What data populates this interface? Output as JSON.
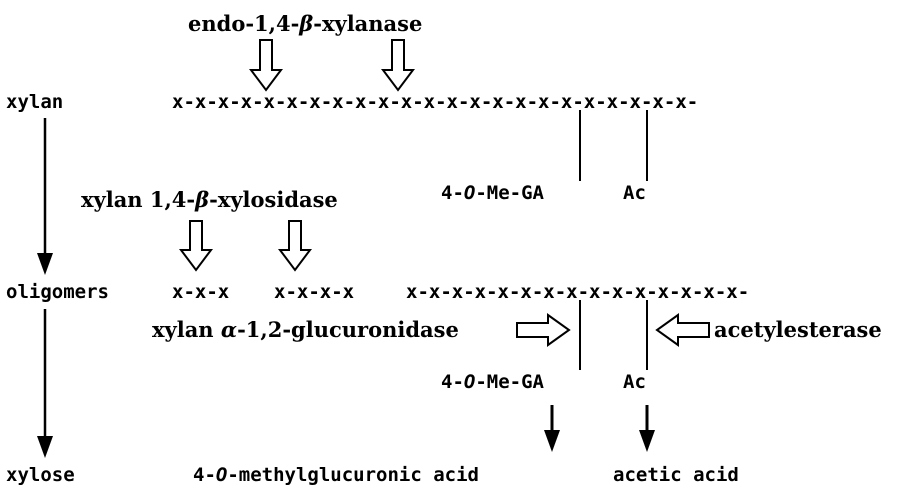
{
  "compounds": {
    "xylan": "xylan",
    "oligomers": "oligomers",
    "xylose": "xylose"
  },
  "chains": {
    "xylan": "x-x-x-x-x-x-x-x-x-x-x-x-x-x-x-x-x-x-x-x-x-x-x-",
    "oligomer_1": "x-x-x",
    "oligomer_2": "x-x-x-x",
    "oligomer_3": "x-x-x-x-x-x-x-x-x-x-x-x-x-x-x-"
  },
  "side_groups": {
    "top_gluc_pre": "4-",
    "top_gluc_o": "O",
    "top_gluc_post": "-Me-GA",
    "top_ac": "Ac",
    "mid_gluc_pre": "4-",
    "mid_gluc_o": "O",
    "mid_gluc_post": "-Me-GA",
    "mid_ac": "Ac"
  },
  "enzymes": {
    "xylanase_pre": "endo-1,4-",
    "xylanase_greek": "β",
    "xylanase_post": "-xylanase",
    "xylosidase_pre": "xylan 1,4-",
    "xylosidase_greek": "β",
    "xylosidase_post": "-xylosidase",
    "glucuronidase_pre": "xylan ",
    "glucuronidase_greek": "α",
    "glucuronidase_post": "-1,2-glucuronidase",
    "acetylesterase": "acetylesterase"
  },
  "products": {
    "methylglucuronic_pre": "4-",
    "methylglucuronic_o": "O",
    "methylglucuronic_post": "-methylglucuronic acid",
    "acetic_acid": "acetic acid"
  }
}
